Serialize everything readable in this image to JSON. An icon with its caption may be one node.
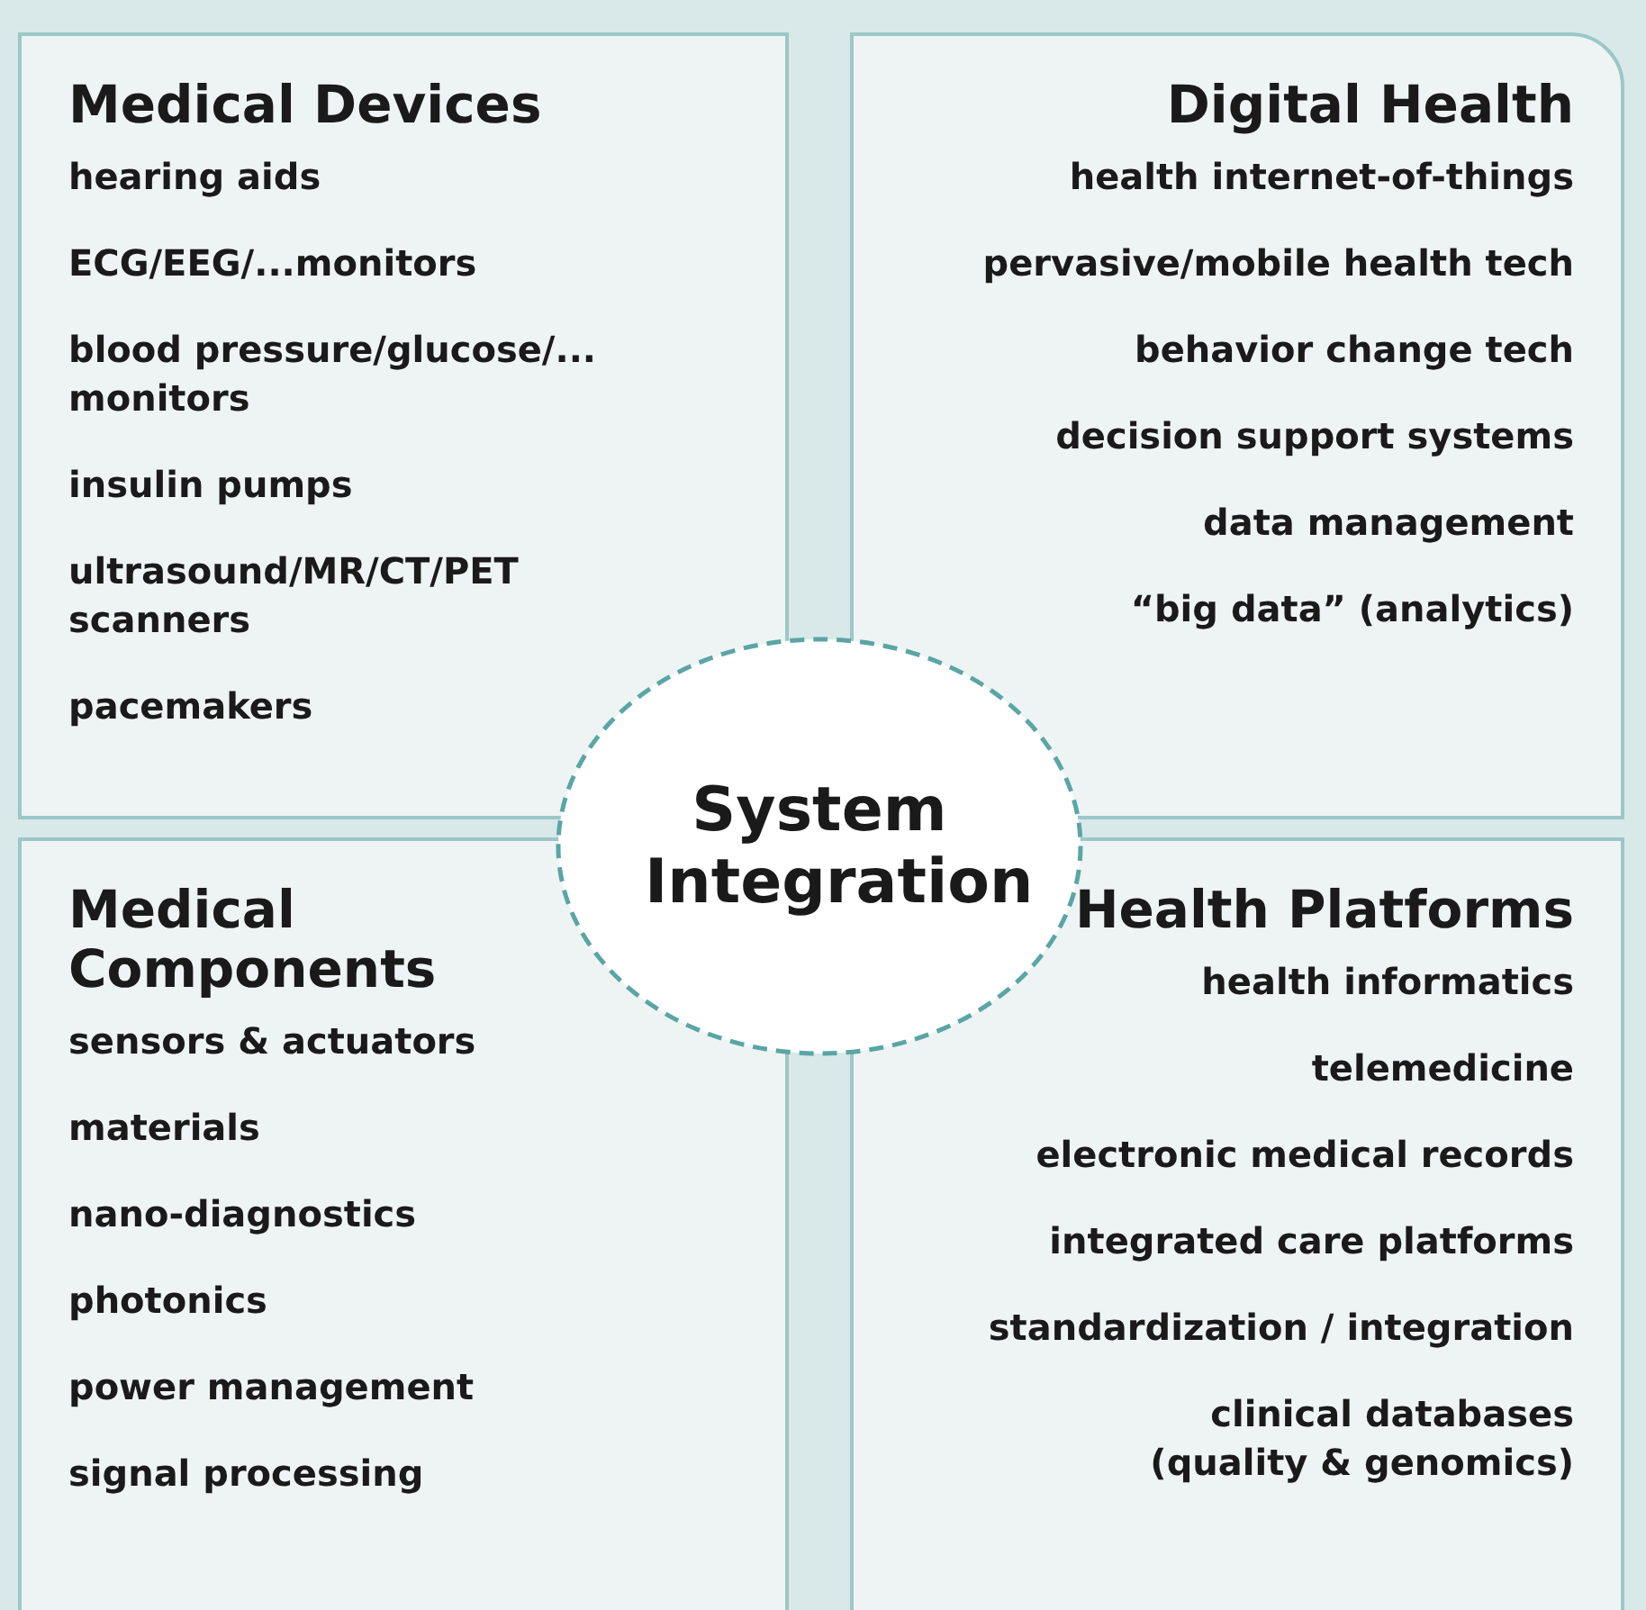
{
  "diagram": {
    "nodes": [
      {
        "text": [
          "Medical Devices",
          "hearing aids",
          "ECG/EEG/...monitors",
          "blood pressure/glucose/... monitors",
          "insulin pumps",
          "ultrasound/MR/CT/PET scanners",
          "pacemakers"
        ]
      },
      {
        "text": [
          "Digital Health",
          "health internet-of-things",
          "pervasive/mobile health tech",
          "behavior change tech",
          "decision support systems",
          "data management",
          "“big data” (analytics)"
        ]
      },
      {
        "text": [
          "System Integration"
        ]
      },
      {
        "text": [
          "Medical Components",
          "sensors & actuators",
          "materials",
          "nano-diagnostics",
          "photonics",
          "power management",
          "signal processing"
        ]
      },
      {
        "text": [
          "Health Platforms",
          "health informatics",
          "telemedicine",
          "electronic medical records",
          "integrated care platforms",
          "standardization / integration",
          "clinical databases (quality & genomics)"
        ]
      }
    ],
    "edges": []
  }
}
